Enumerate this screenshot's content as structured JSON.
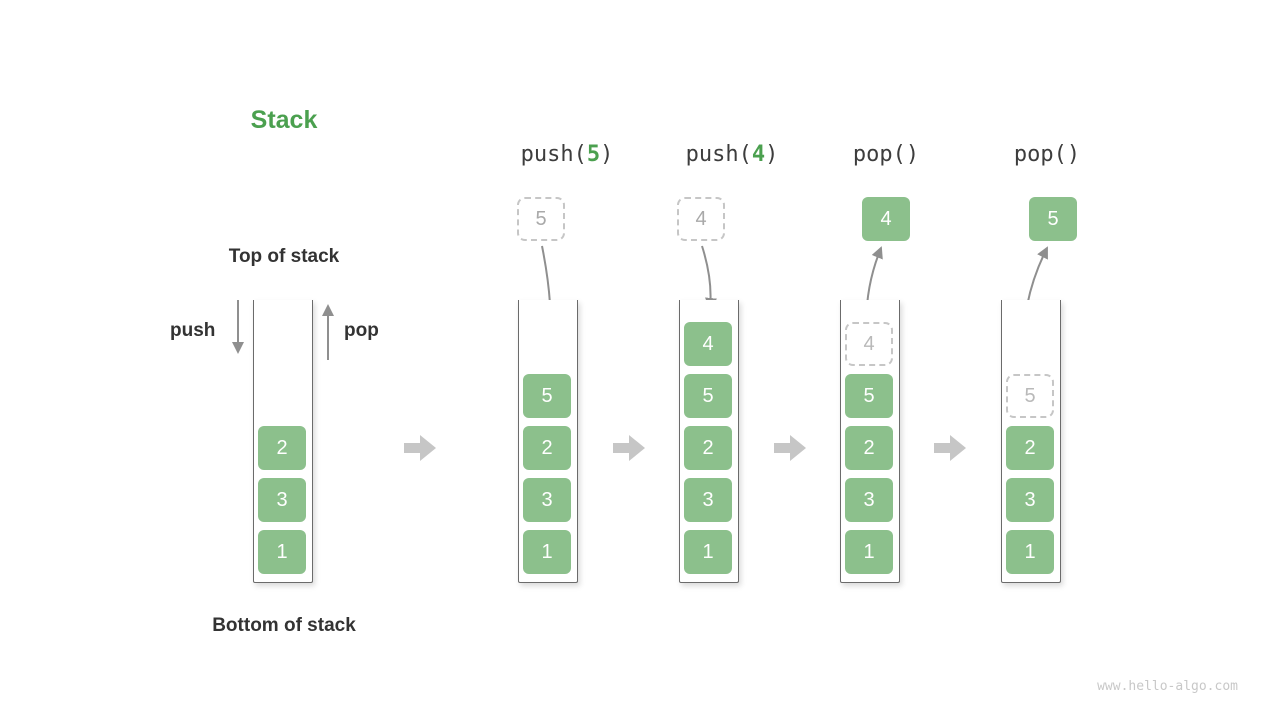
{
  "title": "Stack",
  "labels": {
    "top_of_stack": "Top of stack",
    "bottom_of_stack": "Bottom of stack",
    "push": "push",
    "pop": "pop"
  },
  "colors": {
    "block_green": "#8cc08c",
    "title_green": "#4ba04f",
    "ghost_gray": "#c6c6c6",
    "arrow_gray": "#8f8f8f",
    "flow_arrow_gray": "#c6c6c6"
  },
  "watermark": "www.hello-algo.com",
  "initial_stack": {
    "blocks": [
      "2",
      "3",
      "1"
    ]
  },
  "operations": [
    {
      "label_pre": "push(",
      "label_arg": "5",
      "label_post": ")",
      "floating_value": "5",
      "floating_style": "dashed",
      "arrow": "into-stack",
      "stack": [
        "5",
        "2",
        "3",
        "1"
      ]
    },
    {
      "label_pre": "push(",
      "label_arg": "4",
      "label_post": ")",
      "floating_value": "4",
      "floating_style": "dashed",
      "arrow": "into-stack",
      "stack": [
        "4",
        "5",
        "2",
        "3",
        "1"
      ]
    },
    {
      "label_pre": "pop(",
      "label_arg": "",
      "label_post": ")",
      "floating_value": "4",
      "floating_style": "solid",
      "arrow": "out-of-stack",
      "popped_ghost": "4",
      "stack": [
        "5",
        "2",
        "3",
        "1"
      ]
    },
    {
      "label_pre": "pop(",
      "label_arg": "",
      "label_post": ")",
      "floating_value": "5",
      "floating_style": "solid",
      "arrow": "out-of-stack",
      "popped_ghost": "5",
      "stack": [
        "2",
        "3",
        "1"
      ]
    }
  ]
}
